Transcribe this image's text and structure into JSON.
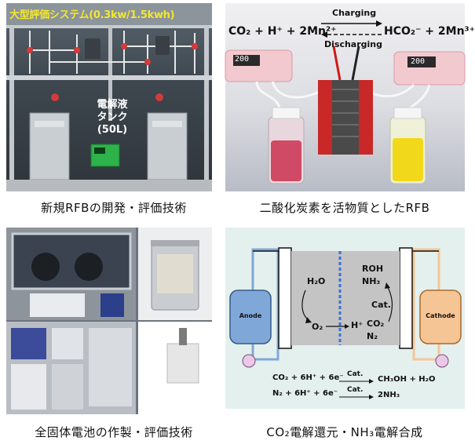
{
  "panel1": {
    "title": "大型評価システム(0.3kw/1.5kwh)",
    "tank_label": "電解液\nタンク\n(50L)",
    "tank_label_lines": [
      "電解液",
      "タンク",
      "(50L)"
    ],
    "caption": "新規RFBの開発・評価技術"
  },
  "panel2": {
    "left_equation": "CO₂ + H⁺ + 2Mn²⁺",
    "right_equation": "HCO₂⁻ + 2Mn³⁺",
    "charging_label": "Charging",
    "discharging_label": "Discharging",
    "display_left": "200",
    "display_right": "200",
    "caption": "二酸化炭素を活物質としたRFB"
  },
  "panel3": {
    "caption": "全固体電池の作製・評価技術"
  },
  "panel4": {
    "anode_label": "Anode",
    "cathode_label": "Cathode",
    "h2o": "H₂O",
    "o2": "O₂",
    "h_plus": "H⁺",
    "roh": "ROH",
    "nh3": "NH₃",
    "cat": "Cat.",
    "co2": "CO₂",
    "n2": "N₂",
    "reaction1_left": "CO₂ + 6H⁺ + 6e⁻",
    "reaction1_cat": "Cat.",
    "reaction1_right": "CH₃OH + H₂O",
    "reaction2_left": "N₂ + 6H⁺ + 6e⁻",
    "reaction2_cat": "Cat.",
    "reaction2_right": "2NH₃",
    "caption": "CO₂電解還元・NH₃電解合成"
  },
  "colors": {
    "title_yellow": "#f4e82a",
    "anode_blue": "#7fa8d8",
    "cathode_orange": "#f5c596",
    "separator_blue": "#3a6fd8",
    "diagram_bg": "#e4f0ed"
  }
}
